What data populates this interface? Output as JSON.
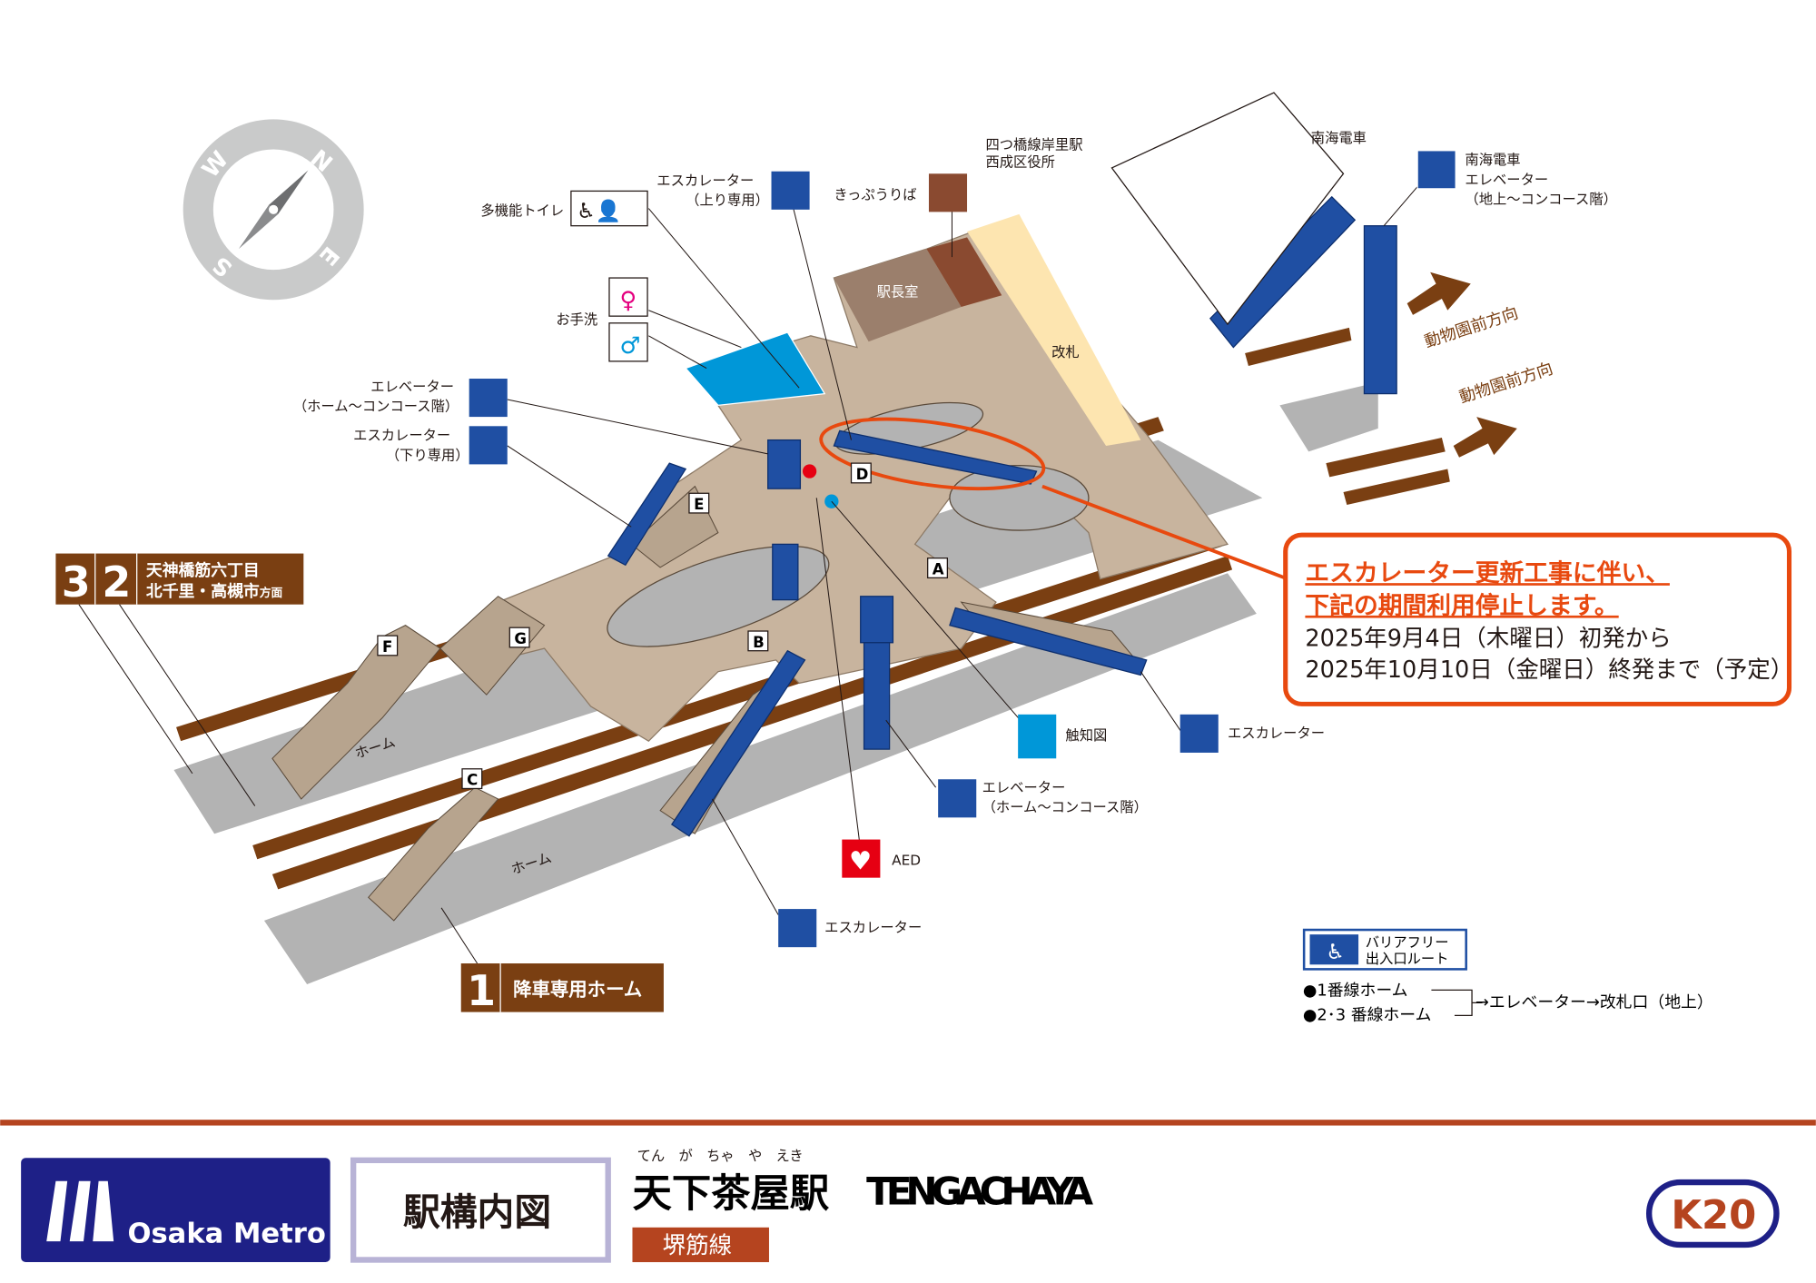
{
  "labels": {
    "toilet_multi": "多機能トイレ",
    "toilet": "お手洗",
    "esc_up_1": "エスカレーター",
    "esc_up_2": "（上り専用）",
    "tickets": "きっぷうりば",
    "ward_1": "四つ橋線岸里駅",
    "ward_2": "西成区役所",
    "station_master": "駅長室",
    "gate": "改札",
    "nankai": "南海電車",
    "nankai_elev_1": "南海電車",
    "nankai_elev_2": "エレベーター",
    "nankai_elev_3": "（地上〜コンコース階）",
    "zoo_1": "動物園前方向",
    "zoo_2": "動物園前方向",
    "elev_1": "エレベーター",
    "elev_2": "（ホーム〜コンコース階）",
    "esc_down_1": "エスカレーター",
    "esc_down_2": "（下り専用）",
    "tactile": "触知図",
    "esc_a": "エスカレーター",
    "elev_b_1": "エレベーター",
    "elev_b_2": "（ホーム〜コンコース階）",
    "aed": "AED",
    "esc_b": "エスカレーター",
    "home_1": "ホーム",
    "home_2": "ホーム"
  },
  "exits": [
    "A",
    "B",
    "C",
    "D",
    "E",
    "F",
    "G"
  ],
  "compass": [
    "N",
    "E",
    "S",
    "W"
  ],
  "platform_32": {
    "num_a": "3",
    "num_b": "2",
    "line1": "天神橋筋六丁目",
    "line2a": "北千里・高槻市",
    "line2b": "方面"
  },
  "platform_1": {
    "num": "1",
    "label": "降車専用ホーム"
  },
  "notice": {
    "title1": "エスカレーター更新工事に伴い、",
    "title2": "下記の期間利用停止します。",
    "line1": "2025年9月4日（木曜日）初発から",
    "line2": "2025年10月10日（金曜日）終発まで（予定）"
  },
  "barrier_free": {
    "title1": "バリアフリー",
    "title2": "出入口ルート",
    "row1": "●1番線ホーム",
    "row2": "●2･3 番線ホーム",
    "route": "→エレベーター→改札口（地上）"
  },
  "footer": {
    "brand": "Osaka Metro",
    "map_title": "駅構内図",
    "ruby": "てん　が　ちゃ　や　えき",
    "station_jp": "天下茶屋駅",
    "station_en": "TENGACHAYA",
    "line": "堺筋線",
    "code": "K20"
  },
  "colors": {
    "accent": "#e8490f",
    "brand": "#1e2087",
    "line": "#b5441f",
    "floor": "#c8b49e",
    "track": "#7a3f12"
  }
}
